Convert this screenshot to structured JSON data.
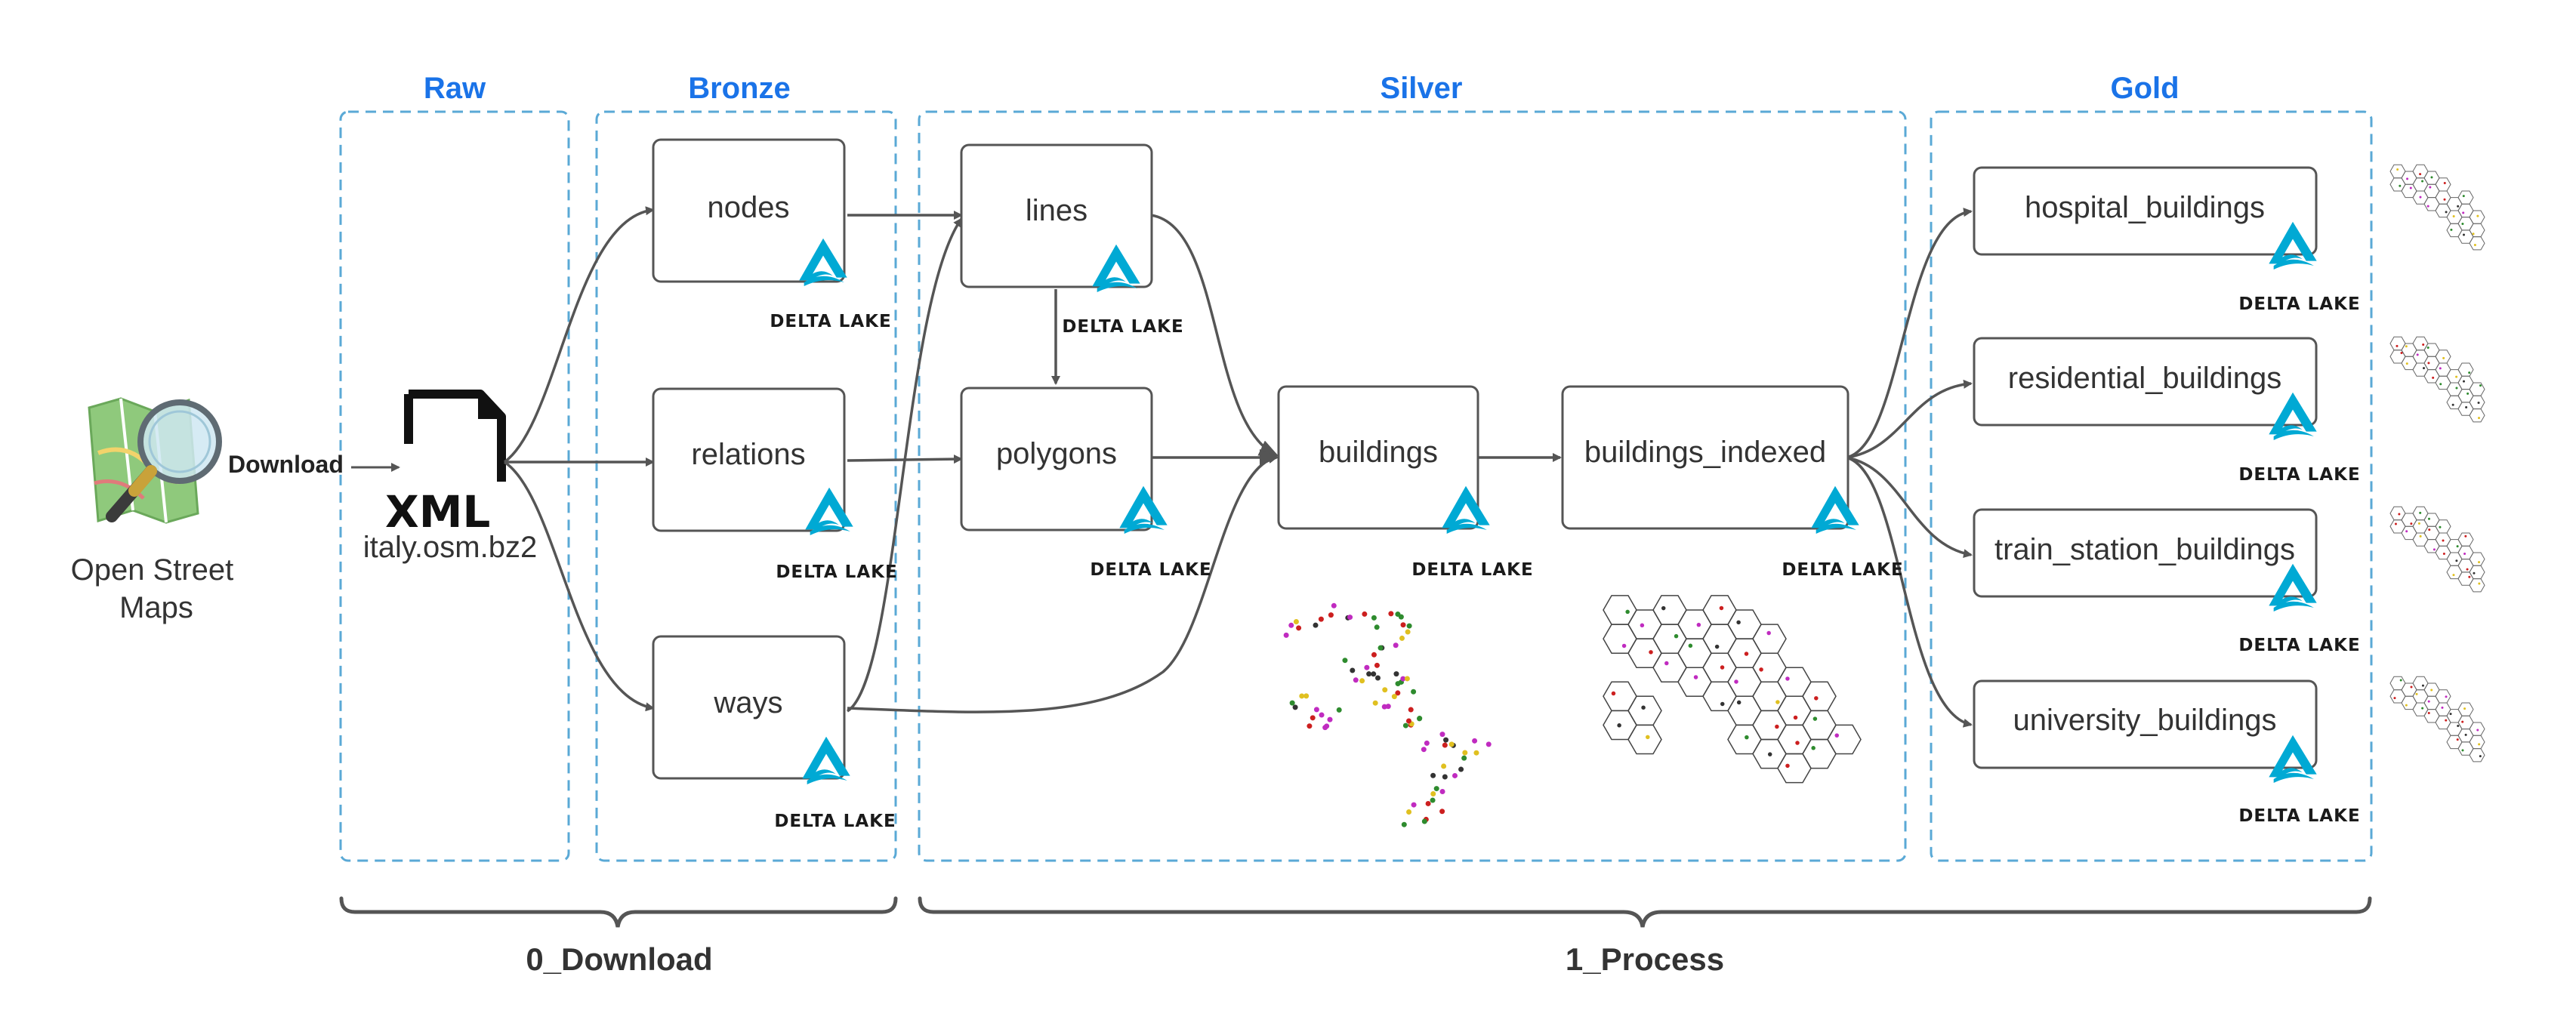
{
  "colors": {
    "stage_title": "#1a73e8",
    "stage_border": "#5aa9d6",
    "node_border": "#555555",
    "edge": "#555555",
    "delta_logo": "#00a9d4"
  },
  "stages": {
    "raw": "Raw",
    "bronze": "Bronze",
    "silver": "Silver",
    "gold": "Gold"
  },
  "source": {
    "name_line1": "Open Street",
    "name_line2": "Maps",
    "icon": "osm-map-magnifier-icon",
    "download_label": "Download",
    "file_icon": "xml-file-icon",
    "file_type": "XML",
    "file_name": "italy.osm.bz2"
  },
  "nodes": {
    "nodes": "nodes",
    "relations": "relations",
    "ways": "ways",
    "lines": "lines",
    "polygons": "polygons",
    "buildings": "buildings",
    "buildings_indexed": "buildings_indexed",
    "hospital_buildings": "hospital_buildings",
    "residential_buildings": "residential_buildings",
    "train_station_buildings": "train_station_buildings",
    "university_buildings": "university_buildings"
  },
  "delta_lake_label": "DELTA LAKE",
  "groups": {
    "download": "0_Download",
    "process": "1_Process"
  }
}
